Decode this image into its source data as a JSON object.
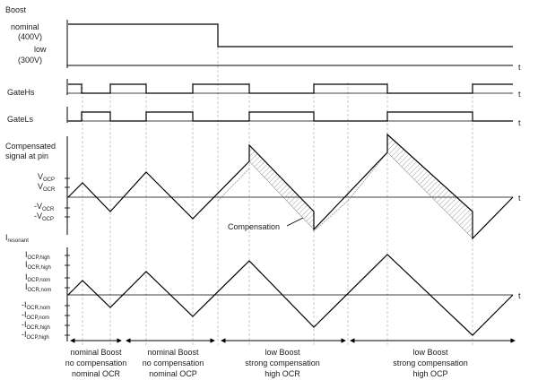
{
  "rows": {
    "boost": {
      "title": "Boost",
      "level_high_line1": "nominal",
      "level_high_line2": "(400V)",
      "level_low_line1": "low",
      "level_low_line2": "(300V)"
    },
    "gate_hs": {
      "label": "GateHs"
    },
    "gate_ls": {
      "label": "GateLs"
    },
    "compensated": {
      "title_line1": "Compensated",
      "title_line2": "signal at pin",
      "levels": [
        {
          "main": "V",
          "sub": "OCP"
        },
        {
          "main": "V",
          "sub": "OCR"
        },
        {
          "main": "-V",
          "sub": "OCR"
        },
        {
          "main": "-V",
          "sub": "OCP"
        }
      ],
      "annotation": "Compensation"
    },
    "resonant": {
      "title_main": "I",
      "title_sub": "resonant",
      "levels": [
        {
          "main": "I",
          "sub": "OCP,high"
        },
        {
          "main": "I",
          "sub": "OCR,high"
        },
        {
          "main": "I",
          "sub": "OCP,nom"
        },
        {
          "main": "I",
          "sub": "OCR,nom"
        },
        {
          "main": "-I",
          "sub": "OCR,nom"
        },
        {
          "main": "-I",
          "sub": "OCP,nom"
        },
        {
          "main": "-I",
          "sub": "OCR,high"
        },
        {
          "main": "-I",
          "sub": "OCP,high"
        }
      ]
    }
  },
  "time_axis_label": "t",
  "phases": [
    {
      "line1": "nominal Boost",
      "line2": "no compensation",
      "line3": "nominal OCR"
    },
    {
      "line1": "nominal Boost",
      "line2": "no compensation",
      "line3": "nominal OCP"
    },
    {
      "line1": "low Boost",
      "line2": "strong compensation",
      "line3": "high OCR"
    },
    {
      "line1": "low Boost",
      "line2": "strong compensation",
      "line3": "high OCP"
    }
  ]
}
